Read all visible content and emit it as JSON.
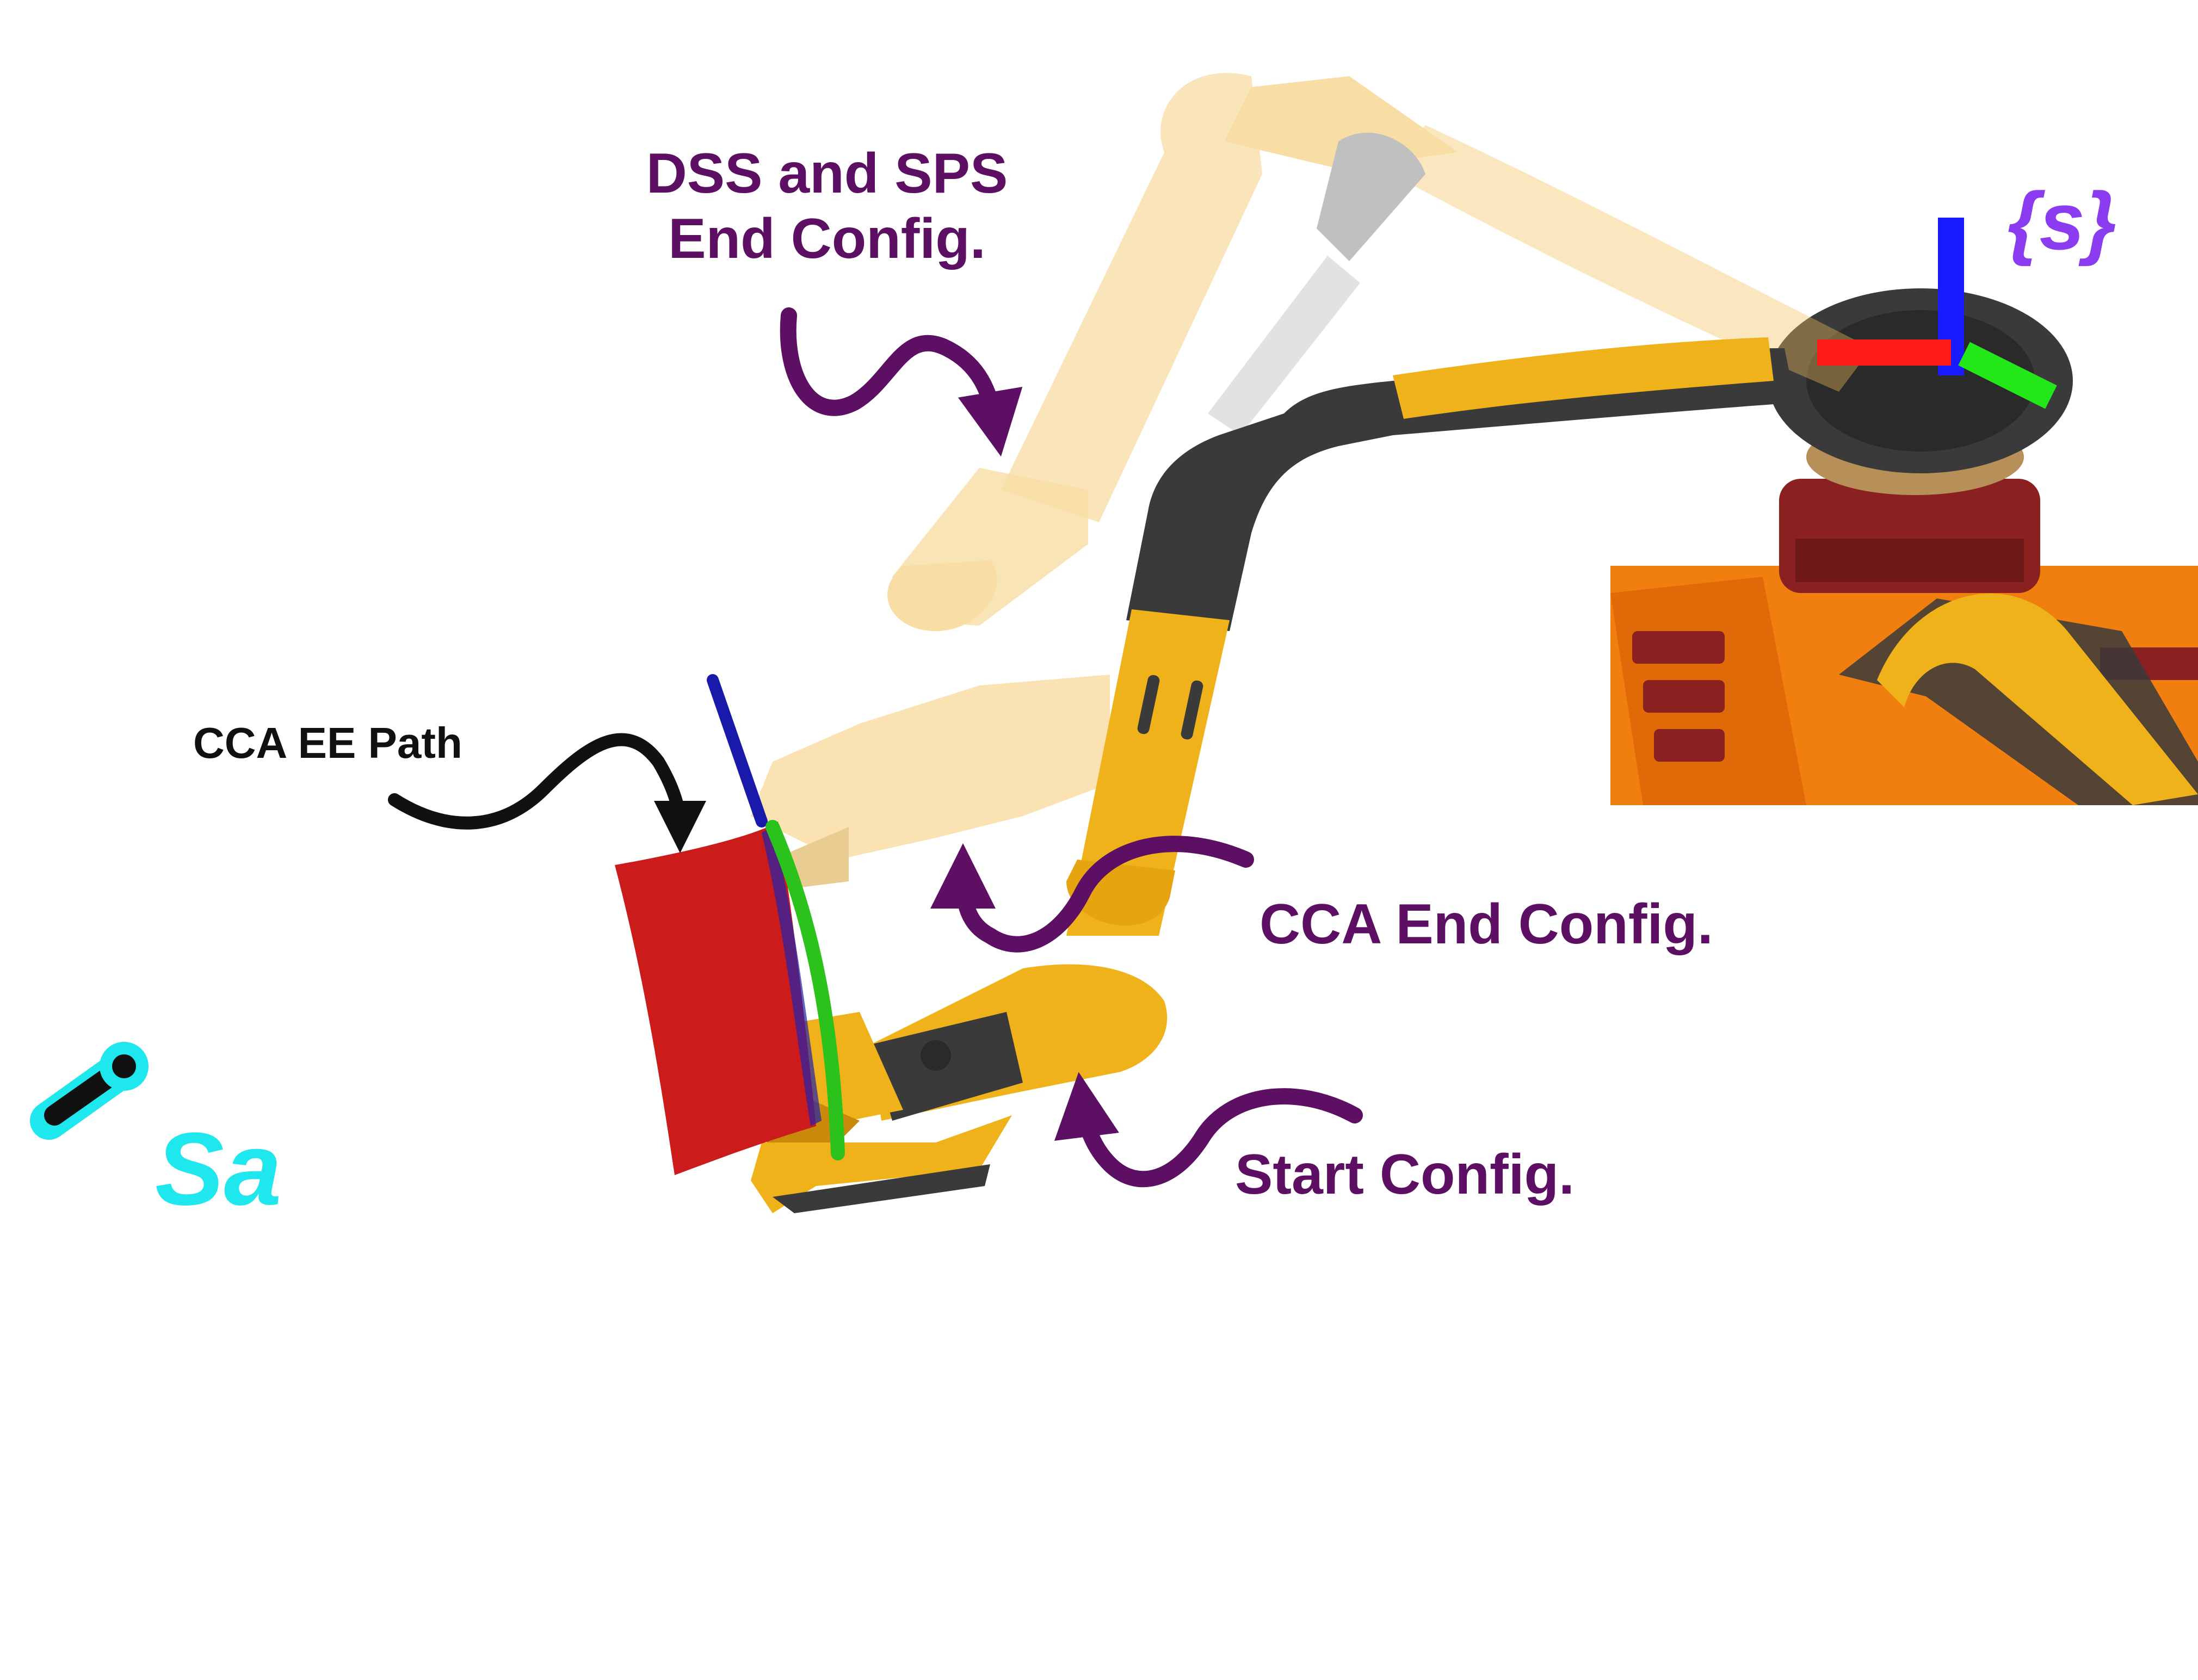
{
  "labels": {
    "dss_sps_end": "DSS and SPS\nEnd Config.",
    "cca_ee_path": "CCA EE Path",
    "cca_end": "CCA End Config.",
    "start": "Start Config.",
    "frame_s": "{s}",
    "sa": "Sa"
  },
  "colors": {
    "annotation_purple": "#5c0f63",
    "frame_label_purple": "#8b3cf0",
    "sa_cyan": "#1fe7ee",
    "arm_yellow": "#f0b21a",
    "arm_dark": "#3a3a3a",
    "ghost_yellow": "#f3c25a",
    "robot_orange": "#f07f10",
    "robot_red": "#8a2020",
    "path_red": "#cc1b1b",
    "path_green": "#2bc21b",
    "axis_red": "#ff1a1a",
    "axis_green": "#22e81a",
    "axis_blue": "#1a1aff"
  }
}
